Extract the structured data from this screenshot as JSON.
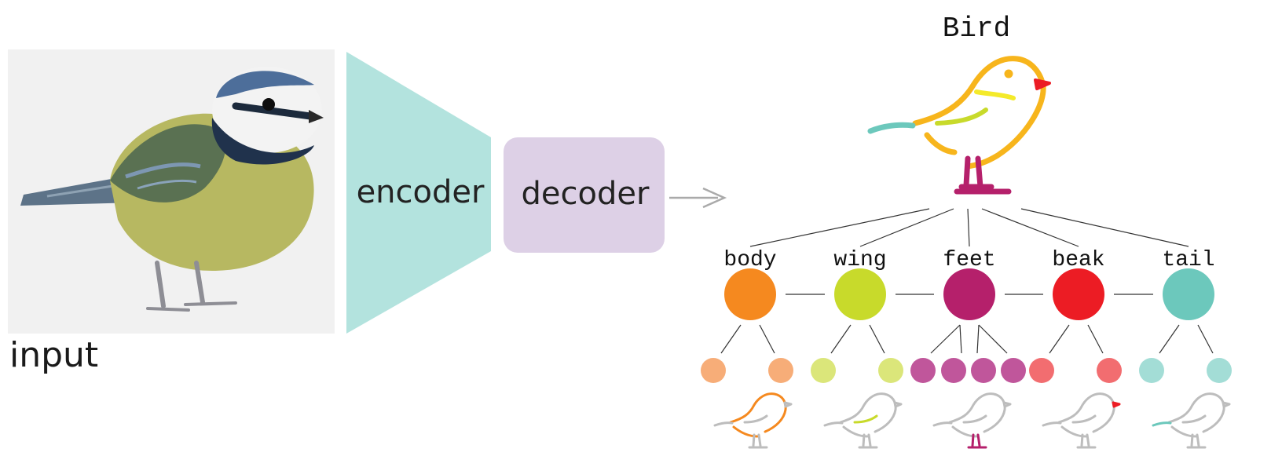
{
  "input_label": "input",
  "encoder_label": "encoder",
  "decoder_label": "decoder",
  "root_label": "Bird",
  "colors": {
    "encoder": "#b3e3de",
    "decoder": "#ddd0e6",
    "arrow": "#aaaaaa",
    "photo_bg": "#f1f1f1",
    "sketch_gray": "#bdbdbd"
  },
  "parts": [
    {
      "name": "body",
      "color": "#f5891f",
      "child_color": "#f7ad78",
      "children": 2
    },
    {
      "name": "wing",
      "color": "#c8da2b",
      "child_color": "#dbe67a",
      "children": 2
    },
    {
      "name": "feet",
      "color": "#b5206b",
      "child_color": "#c0569b",
      "children": 4
    },
    {
      "name": "beak",
      "color": "#ec1c24",
      "child_color": "#f26d70",
      "children": 2
    },
    {
      "name": "tail",
      "color": "#6cc8bc",
      "child_color": "#a3ddd6",
      "children": 2
    }
  ]
}
